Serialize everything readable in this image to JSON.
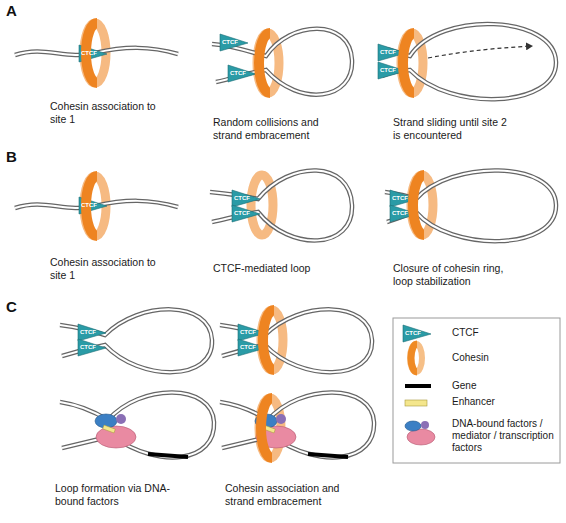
{
  "diagram": {
    "labels": [
      "A",
      "Cohesin association to site 1",
      "CTCF",
      "Random collisions and strand embracement",
      "CTCF",
      "CTCF",
      "Strand sliding until site 2 is encountered",
      "CTCF",
      "CTCF",
      "B",
      "Cohesin association to site 1",
      "CTCF",
      "CTCF-mediated loop",
      "CTCF",
      "CTCF",
      "Closure of cohesin ring, loop stabilization",
      "CTCF",
      "CTCF",
      "C",
      "CTCF",
      "CTCF",
      "CTCF",
      "CTCF",
      "Loop formation via DNA-bound factors",
      "Cohesin association and strand embracement",
      "CTCF"
    ],
    "legend": [
      {
        "text": "CTCF",
        "color": "#2a9ba6"
      },
      {
        "text": "Cohesin",
        "color": "#ef8a24"
      },
      {
        "text": "Gene",
        "color": "#000000"
      },
      {
        "text": "Enhancer",
        "color": "#f4e68c"
      },
      {
        "text": "DNA-bound factors / mediator / transcription factors"
      }
    ]
  }
}
